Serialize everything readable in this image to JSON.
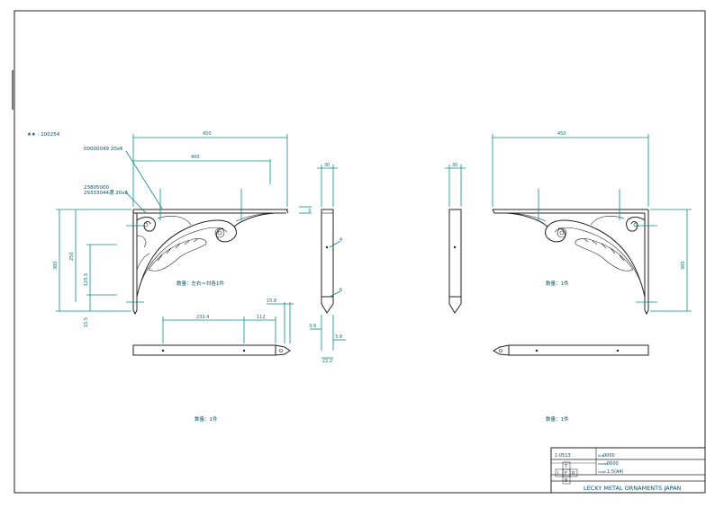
{
  "part_number": "★★ : 100254",
  "notes": {
    "screw_1": "00000049 20x6",
    "screw_2a": "23805000",
    "screw_2b": "29333044濃 20x6"
  },
  "left_view": {
    "width_overall": "450",
    "width_holes": "400",
    "height_overall": "300",
    "height_250": "250",
    "height_125": "125.5",
    "height_15": "15.5",
    "qty_note": "数量：左右＝対各1件"
  },
  "side_view_left": {
    "thickness": "30",
    "dim_4": "4",
    "dim_6": "6",
    "dim_39a": "3.9",
    "dim_39b": "3.9",
    "dim_222": "22.2",
    "dim_3": "3",
    "dim_158": "15.8"
  },
  "bottom_view_left": {
    "dim_2334": "233.4",
    "dim_112": "112",
    "qty_note": "数量：1件"
  },
  "right_view": {
    "width_overall": "450",
    "height_overall": "300",
    "thickness": "30",
    "qty_note": "数量：1件"
  },
  "bottom_view_right": {
    "qty_note": "数量：1件"
  },
  "title_block": {
    "drawing_no": "1-0513",
    "field_a_label": "title",
    "field_a_value": "0000",
    "field_b_label": "model",
    "field_b_value": "0000",
    "scale_label": "scale",
    "scale_value": "1:5(A4)",
    "proj_t": "T",
    "proj_l": "L",
    "proj_f": "F",
    "proj_r": "R",
    "proj_b": "B",
    "company": "LECKY METAL ORNAMENTS JAPAN"
  }
}
